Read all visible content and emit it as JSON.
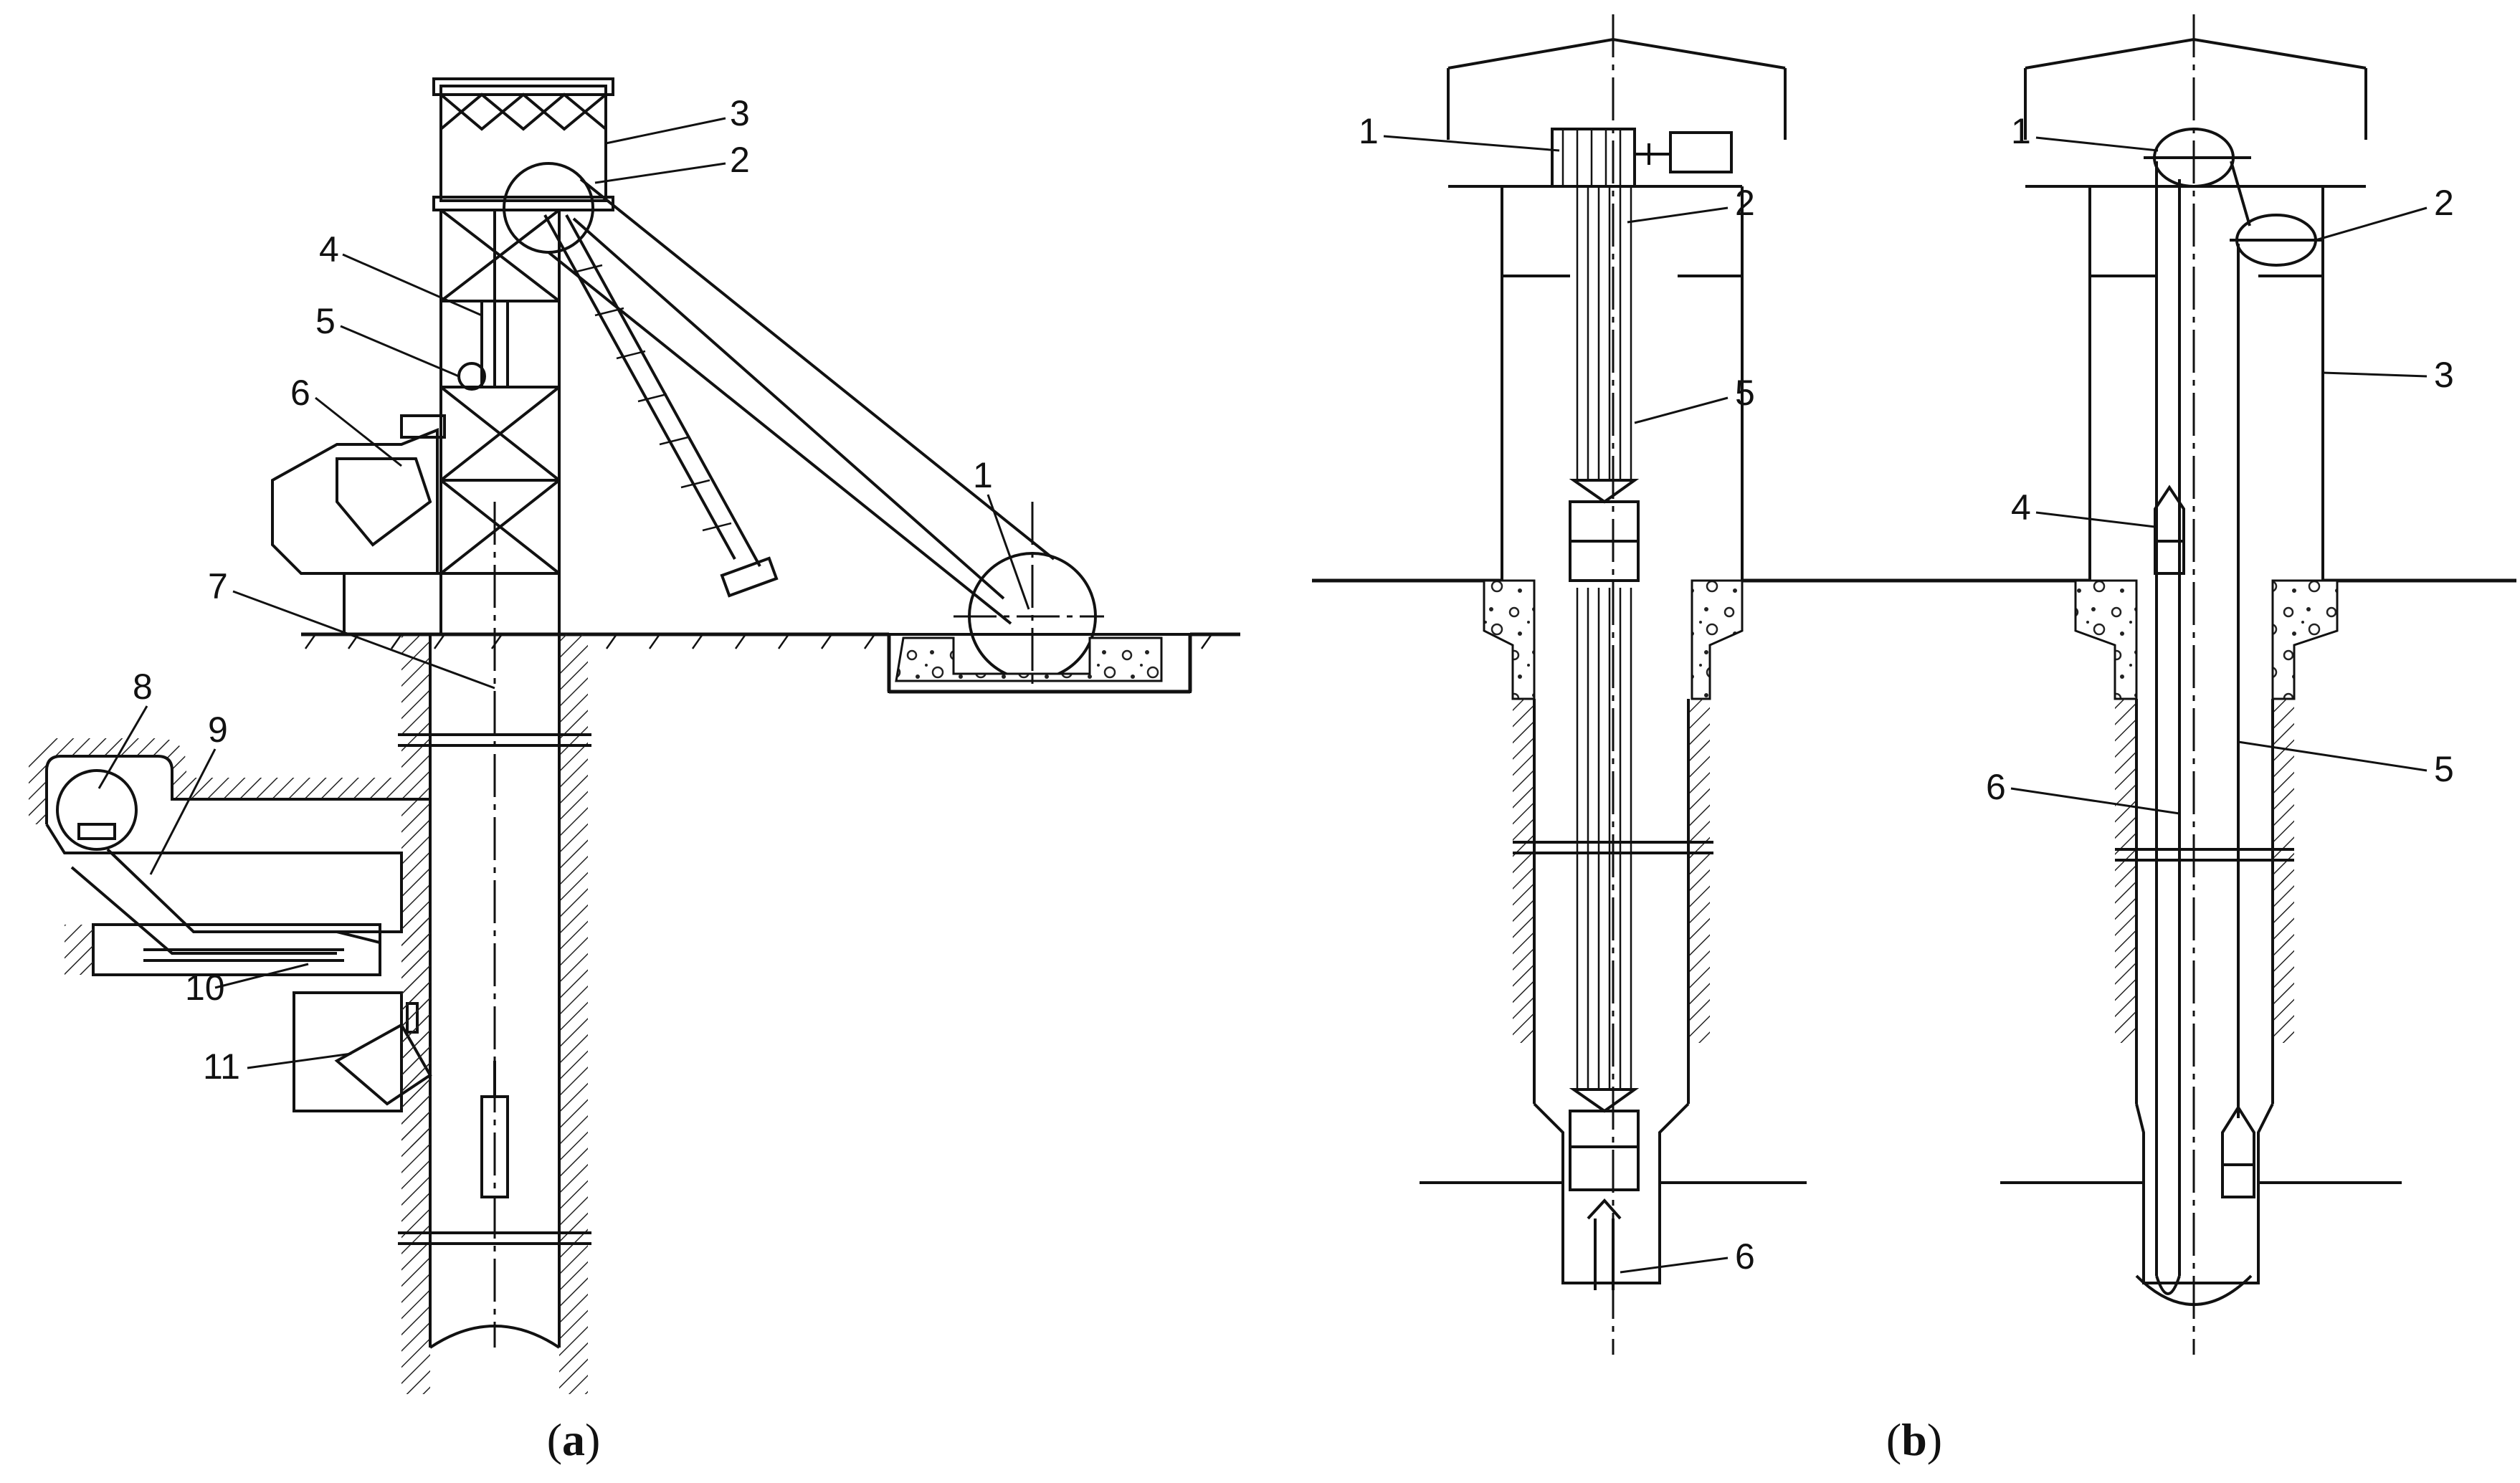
{
  "panel_a": {
    "caption": {
      "open": "(",
      "letter": "a",
      "close": ")"
    },
    "labels": [
      "1",
      "2",
      "3",
      "4",
      "5",
      "6",
      "7",
      "8",
      "9",
      "10",
      "11"
    ]
  },
  "panel_b_left": {
    "labels": [
      "1",
      "2",
      "5",
      "6"
    ]
  },
  "panel_b_right": {
    "labels": [
      "1",
      "2",
      "3",
      "4",
      "5",
      "6"
    ]
  },
  "panel_b": {
    "caption": {
      "open": "(",
      "letter": "b",
      "close": ")"
    }
  }
}
